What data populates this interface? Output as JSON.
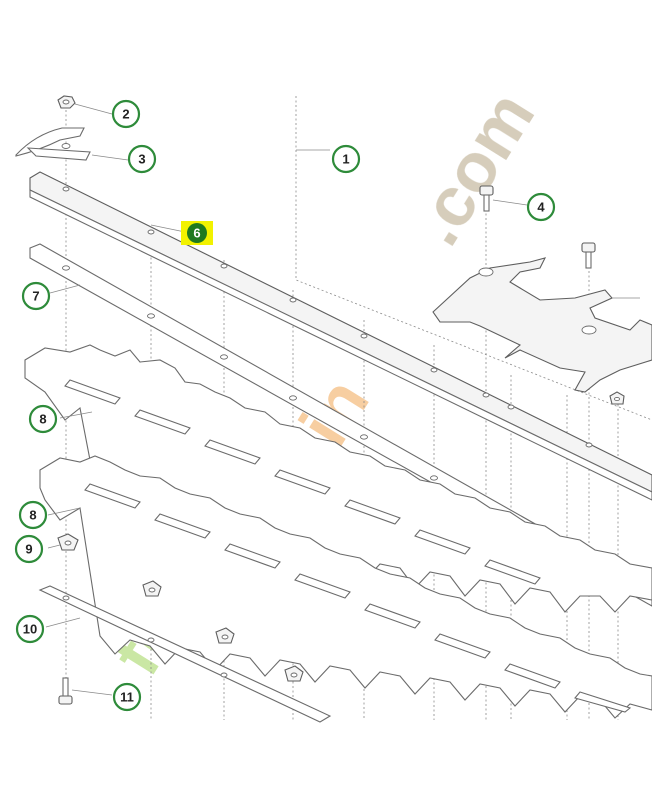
{
  "callouts": [
    {
      "number": "1"
    },
    {
      "number": "2"
    },
    {
      "number": "3"
    },
    {
      "number": "4"
    },
    {
      "number": "6",
      "highlighted": true
    },
    {
      "number": "7"
    },
    {
      "number": "8"
    },
    {
      "number": "8"
    },
    {
      "number": "9"
    },
    {
      "number": "10"
    },
    {
      "number": "11"
    }
  ],
  "watermark": {
    "part1": "foret",
    "part2": "jardin",
    "part3": ".com"
  },
  "colors": {
    "callout_ring": "#2e8b3a",
    "highlight_fill": "#f2f200",
    "highlight_circle": "#1f7a1f",
    "watermark_green": "#c8e6a0",
    "watermark_orange": "#f5c28a",
    "watermark_brown": "#d4cbb8"
  }
}
